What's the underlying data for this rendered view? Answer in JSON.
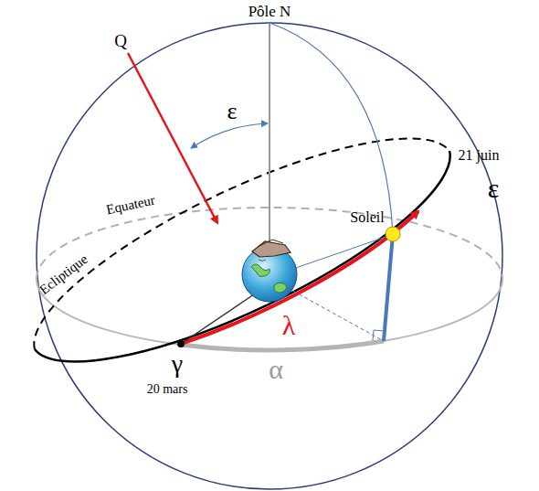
{
  "diagram": {
    "labels": [
      "Pôle N",
      "Q",
      "ε",
      "Equateur",
      "Ecliptique",
      "Soleil",
      "21 juin",
      "ε",
      "λ",
      "γ",
      "20 mars",
      "α"
    ]
  }
}
